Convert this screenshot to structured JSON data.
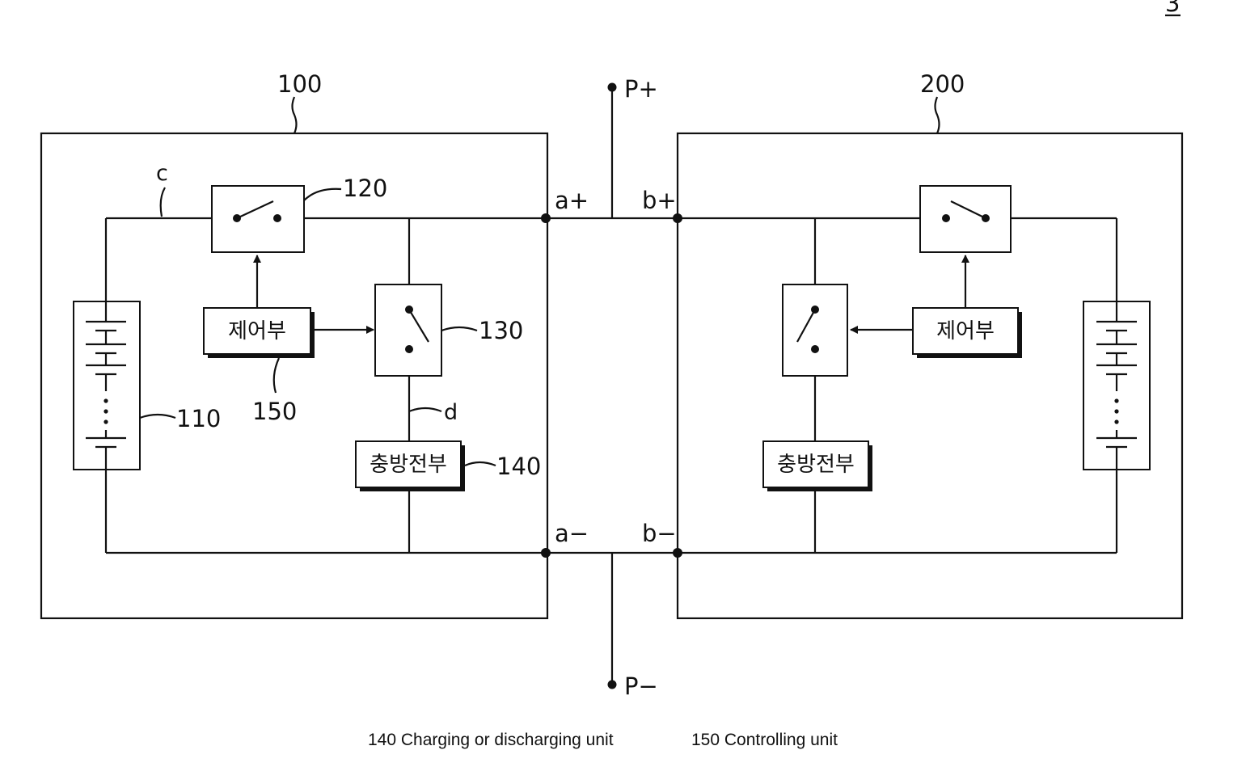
{
  "figure_mark": "3",
  "module_a": {
    "ref": "100",
    "line_c": "c",
    "line_d": "d",
    "switch_main_ref": "120",
    "switch_branch_ref": "130",
    "battery_ref": "110",
    "controller_ref": "150",
    "charger_ref": "140",
    "controller_text": "제어부",
    "charger_text": "충방전부"
  },
  "module_b": {
    "ref": "200",
    "controller_text": "제어부",
    "charger_text": "충방전부"
  },
  "nodes": {
    "a_plus": "a+",
    "a_minus": "a−",
    "b_plus": "b+",
    "b_minus": "b−",
    "p_plus": "P+",
    "p_minus": "P−"
  },
  "caption": {
    "item1": "140 Charging or discharging unit",
    "item2": "150 Controlling unit"
  }
}
